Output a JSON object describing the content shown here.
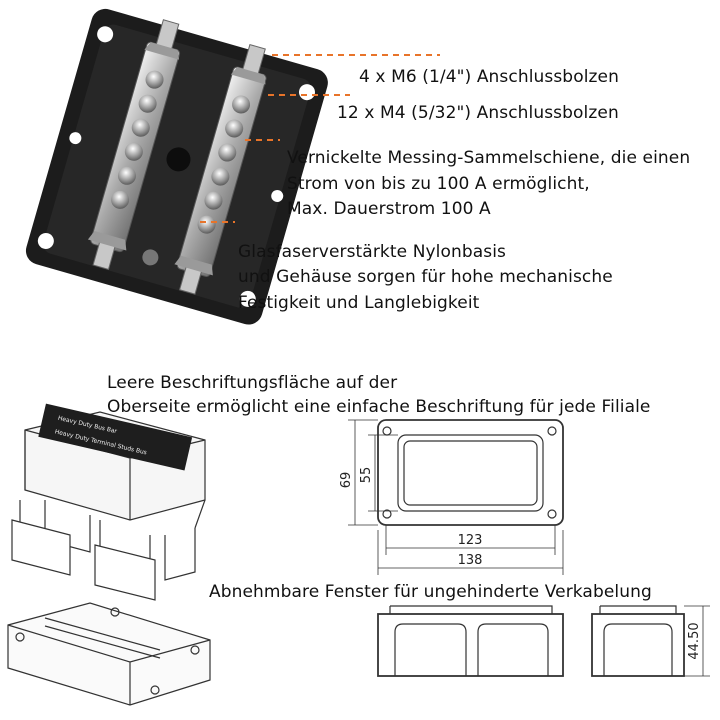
{
  "callouts": {
    "m6_bolts": "4 x M6 (1/4\") Anschlussbolzen",
    "m4_bolts": "12 x M4 (5/32\") Anschlussbolzen",
    "busbar_line1": "Vernickelte Messing-Sammelschiene, die einen",
    "busbar_line2": "Strom von bis zu 100 A ermöglicht,",
    "busbar_line3": "Max. Dauerstrom 100 A",
    "base_line1": "Glasfaserverstärkte Nylonbasis",
    "base_line2": "und Gehäuse sorgen für hohe mechanische",
    "base_line3": "Festigkeit und Langlebigkeit",
    "label_line1": "Leere Beschriftungsfläche auf der",
    "label_line2": "Oberseite ermöglicht eine einfache Beschriftung für jede Filiale",
    "windows": "Abnehmbare Fenster für ungehinderte Verkabelung"
  },
  "product_label": {
    "line1": "Heavy Duty Bus Bar",
    "line2": "Heavy Duty Terminal Studs Bus"
  },
  "dimensions": {
    "height_outer": "69",
    "height_inner": "55",
    "width_inner": "123",
    "width_outer": "138",
    "depth": "44.50"
  },
  "colors": {
    "callout_line": "#e8742a",
    "base_black": "#1c1c1c",
    "drawing_line": "#333333"
  }
}
